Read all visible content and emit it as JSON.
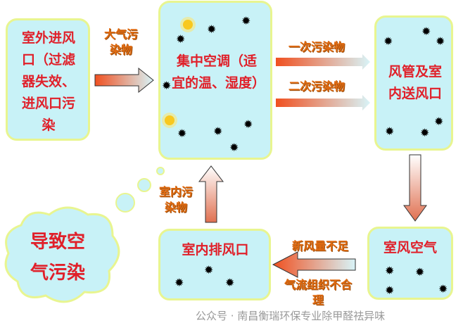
{
  "nodes": {
    "outdoor_inlet": "室外进风口（过滤器失效、进风口污染",
    "central_ac": "集中空调（适宜的温、湿度）",
    "duct_supply": "风管及室内送风口",
    "room_air": "室风空气",
    "indoor_exhaust": "室内排风口",
    "result": "导致空气污染"
  },
  "labels": {
    "atmospheric": "大气污染物",
    "primary": "一次污染物",
    "secondary": "二次污染物",
    "fresh_air": "新风量不足",
    "airflow": "气流组织不合理",
    "indoor": "室内污染物"
  },
  "watermark": "公众号 · 南昌衡瑞环保专业除甲醛祛异味",
  "colors": {
    "box": "#c8f2f7",
    "border": "#e8f590",
    "text": "#e0202a",
    "label": "#e06a10"
  }
}
